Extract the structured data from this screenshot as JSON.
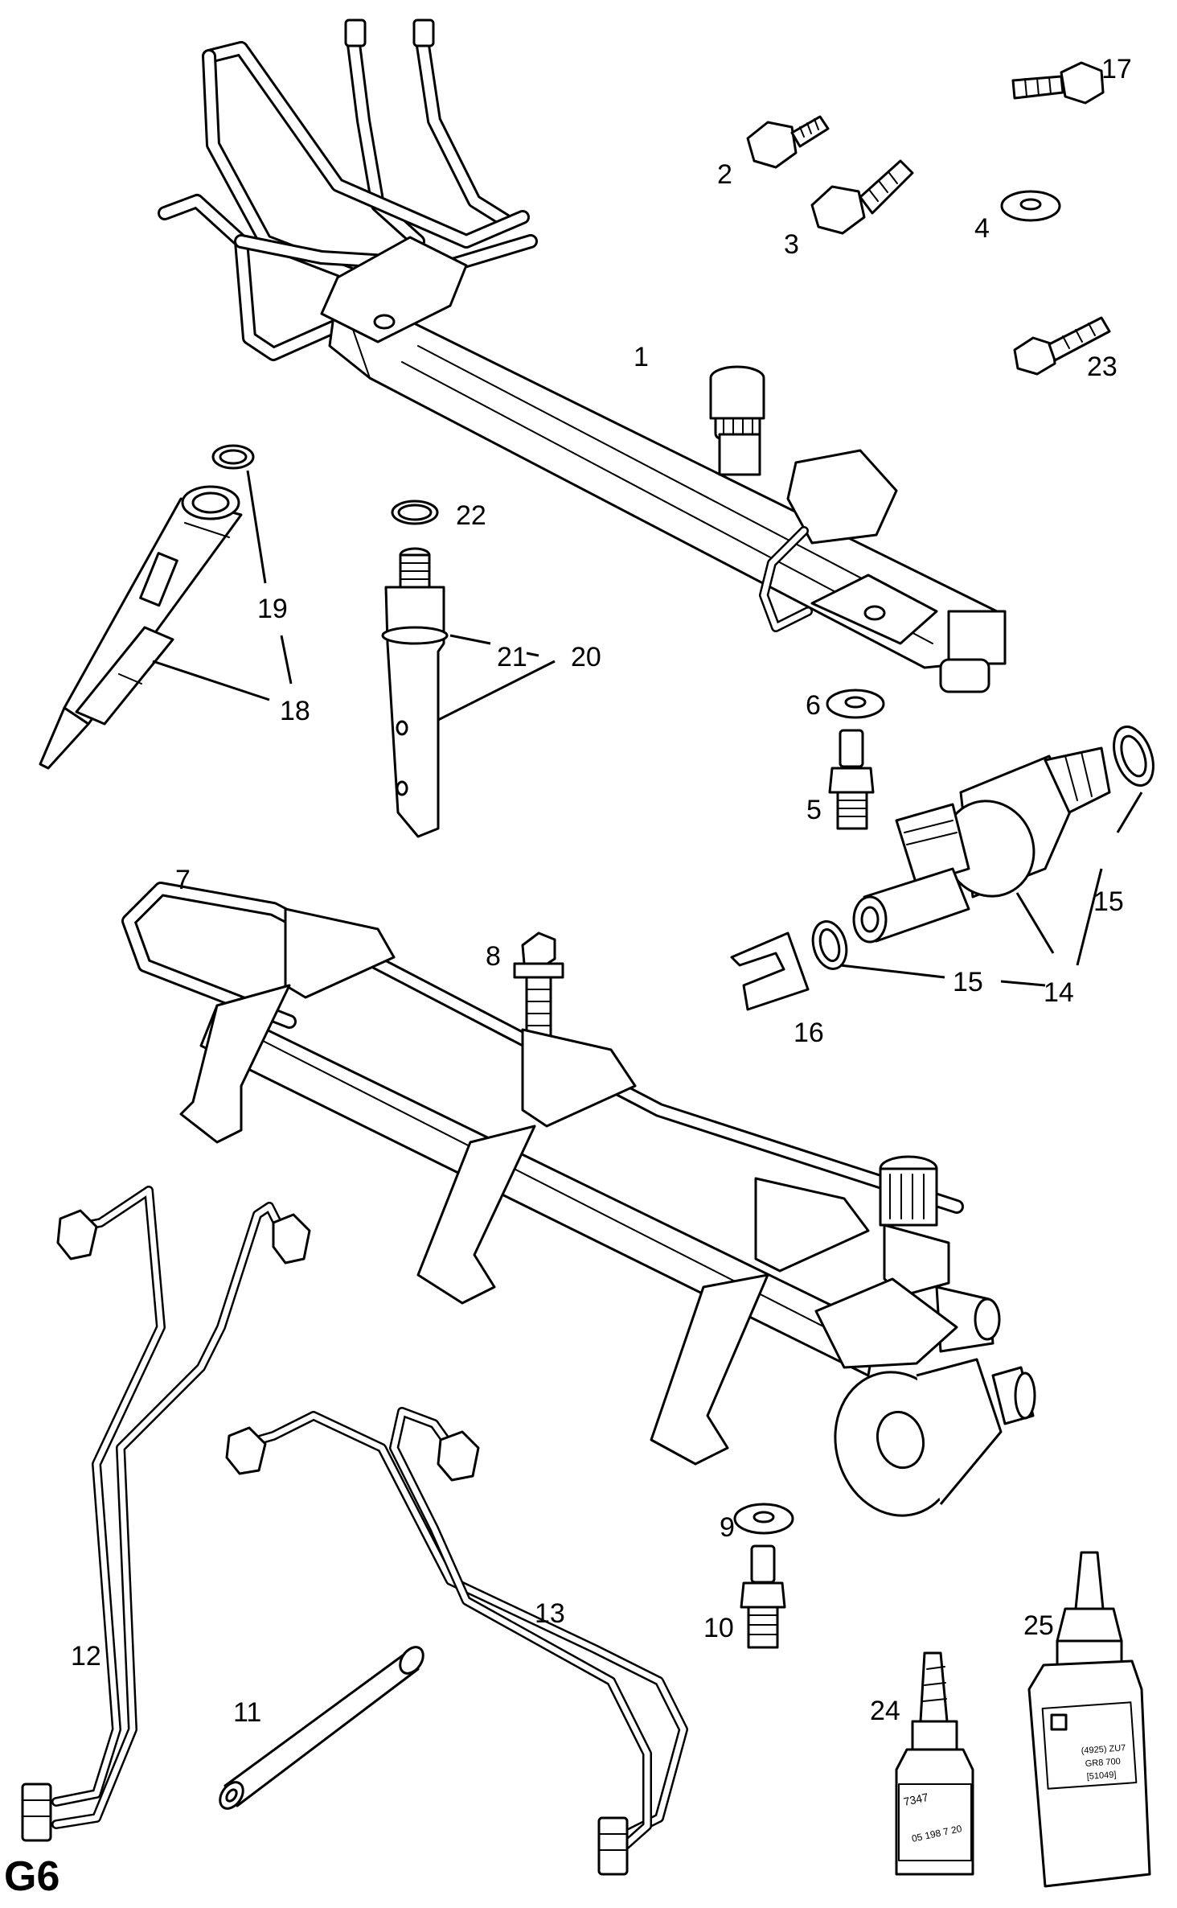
{
  "diagram_title": "G6",
  "callouts": [
    {
      "id": "1",
      "text": "1"
    },
    {
      "id": "2",
      "text": "2"
    },
    {
      "id": "3",
      "text": "3"
    },
    {
      "id": "4",
      "text": "4"
    },
    {
      "id": "5",
      "text": "5"
    },
    {
      "id": "6",
      "text": "6"
    },
    {
      "id": "7",
      "text": "7"
    },
    {
      "id": "8",
      "text": "8"
    },
    {
      "id": "9",
      "text": "9"
    },
    {
      "id": "10",
      "text": "10"
    },
    {
      "id": "11",
      "text": "11"
    },
    {
      "id": "12",
      "text": "12"
    },
    {
      "id": "13",
      "text": "13"
    },
    {
      "id": "14",
      "text": "14"
    },
    {
      "id": "15a",
      "text": "15"
    },
    {
      "id": "15b",
      "text": "15"
    },
    {
      "id": "16",
      "text": "16"
    },
    {
      "id": "17",
      "text": "17"
    },
    {
      "id": "18",
      "text": "18"
    },
    {
      "id": "19",
      "text": "19"
    },
    {
      "id": "20",
      "text": "20"
    },
    {
      "id": "21",
      "text": "21"
    },
    {
      "id": "22",
      "text": "22"
    },
    {
      "id": "23",
      "text": "23"
    },
    {
      "id": "24",
      "text": "24"
    },
    {
      "id": "25",
      "text": "25"
    }
  ],
  "bottle_labels": {
    "small_bottle_code": "7347",
    "small_bottle_line2": "05 198 7 20",
    "large_bottle_line1": "(4925) ZU7",
    "large_bottle_line2": "GR8 700",
    "large_bottle_line3": "[51049]"
  }
}
